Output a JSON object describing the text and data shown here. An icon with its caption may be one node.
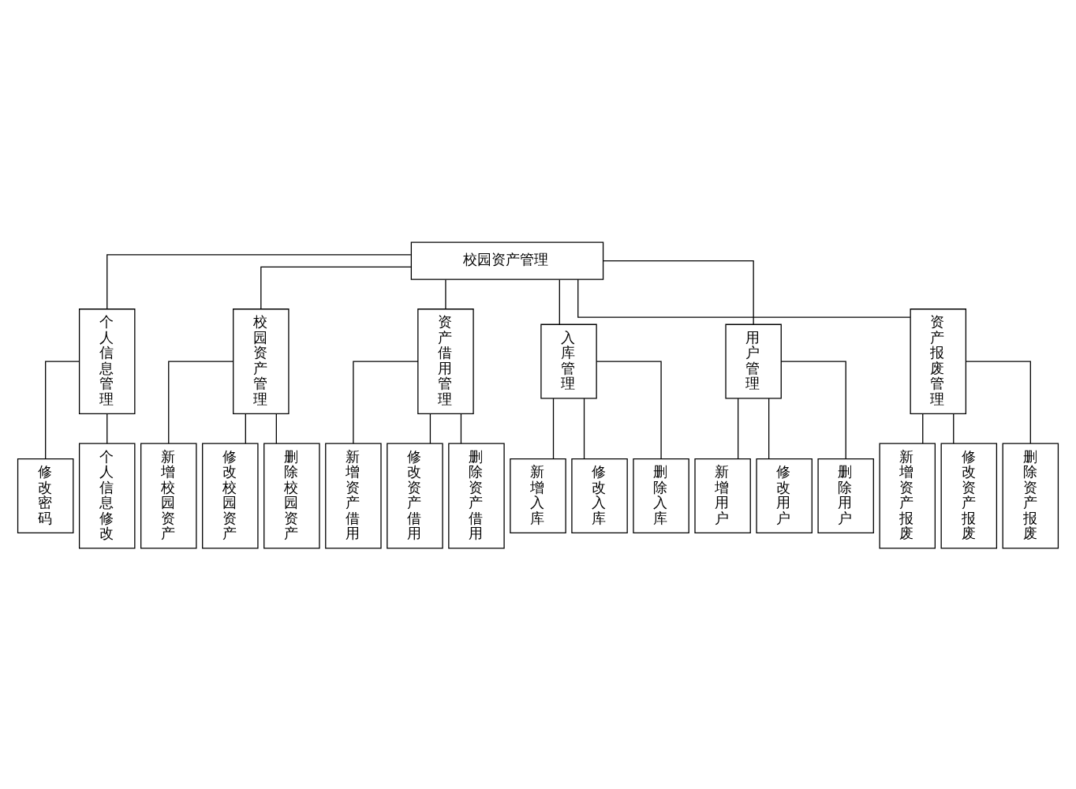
{
  "diagram": {
    "nodes": [
      {
        "text": [
          "校园资产管理"
        ]
      },
      {
        "text": [
          "个人信息管理"
        ]
      },
      {
        "text": [
          "校园资产管理"
        ]
      },
      {
        "text": [
          "资产借用管理"
        ]
      },
      {
        "text": [
          "入库管理"
        ]
      },
      {
        "text": [
          "用户管理"
        ]
      },
      {
        "text": [
          "资产报废管理"
        ]
      },
      {
        "text": [
          "修改密码"
        ]
      },
      {
        "text": [
          "个人信息修改"
        ]
      },
      {
        "text": [
          "新增校园资产"
        ]
      },
      {
        "text": [
          "修改校园资产"
        ]
      },
      {
        "text": [
          "删除校园资产"
        ]
      },
      {
        "text": [
          "新增资产借用"
        ]
      },
      {
        "text": [
          "修改资产借用"
        ]
      },
      {
        "text": [
          "删除资产借用"
        ]
      },
      {
        "text": [
          "新增入库"
        ]
      },
      {
        "text": [
          "修改入库"
        ]
      },
      {
        "text": [
          "删除入库"
        ]
      },
      {
        "text": [
          "新增用户"
        ]
      },
      {
        "text": [
          "修改用户"
        ]
      },
      {
        "text": [
          "删除用户"
        ]
      },
      {
        "text": [
          "新增资产报废"
        ]
      },
      {
        "text": [
          "修改资产报废"
        ]
      },
      {
        "text": [
          "删除资产报废"
        ]
      }
    ],
    "edges": [
      {
        "from": 0,
        "to": 1,
        "arrow": "none"
      },
      {
        "from": 0,
        "to": 2,
        "arrow": "none"
      },
      {
        "from": 0,
        "to": 3,
        "arrow": "none"
      },
      {
        "from": 0,
        "to": 4,
        "arrow": "none"
      },
      {
        "from": 0,
        "to": 5,
        "arrow": "none"
      },
      {
        "from": 0,
        "to": 6,
        "arrow": "none"
      },
      {
        "from": 1,
        "to": 7,
        "arrow": "none"
      },
      {
        "from": 1,
        "to": 8,
        "arrow": "none"
      },
      {
        "from": 2,
        "to": 9,
        "arrow": "none"
      },
      {
        "from": 2,
        "to": 10,
        "arrow": "none"
      },
      {
        "from": 2,
        "to": 11,
        "arrow": "none"
      },
      {
        "from": 3,
        "to": 12,
        "arrow": "none"
      },
      {
        "from": 3,
        "to": 13,
        "arrow": "none"
      },
      {
        "from": 3,
        "to": 14,
        "arrow": "none"
      },
      {
        "from": 4,
        "to": 15,
        "arrow": "none"
      },
      {
        "from": 4,
        "to": 16,
        "arrow": "none"
      },
      {
        "from": 4,
        "to": 17,
        "arrow": "none"
      },
      {
        "from": 5,
        "to": 18,
        "arrow": "none"
      },
      {
        "from": 5,
        "to": 19,
        "arrow": "none"
      },
      {
        "from": 5,
        "to": 20,
        "arrow": "none"
      },
      {
        "from": 6,
        "to": 21,
        "arrow": "none"
      },
      {
        "from": 6,
        "to": 22,
        "arrow": "none"
      },
      {
        "from": 6,
        "to": 23,
        "arrow": "none"
      }
    ]
  }
}
